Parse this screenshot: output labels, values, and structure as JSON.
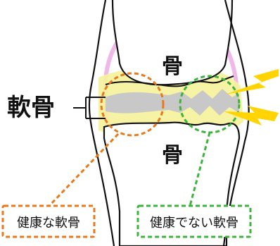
{
  "labels": {
    "cartilage": "軟骨",
    "bone_upper": "骨",
    "bone_lower": "骨",
    "healthy_cartilage": "健康な軟骨",
    "unhealthy_cartilage": "健康でない軟骨"
  },
  "colors": {
    "healthy_accent": "#e87a1c",
    "unhealthy_accent": "#3cb43c",
    "cartilage_fill": "#f6f29a",
    "bone_gap": "#c8c8c8",
    "synovium": "#f0b8e8",
    "pain_bolt": "#ffd400",
    "outline": "#111111"
  },
  "icons": [
    "lightning-bolt-icon",
    "lightning-bolt-icon"
  ]
}
